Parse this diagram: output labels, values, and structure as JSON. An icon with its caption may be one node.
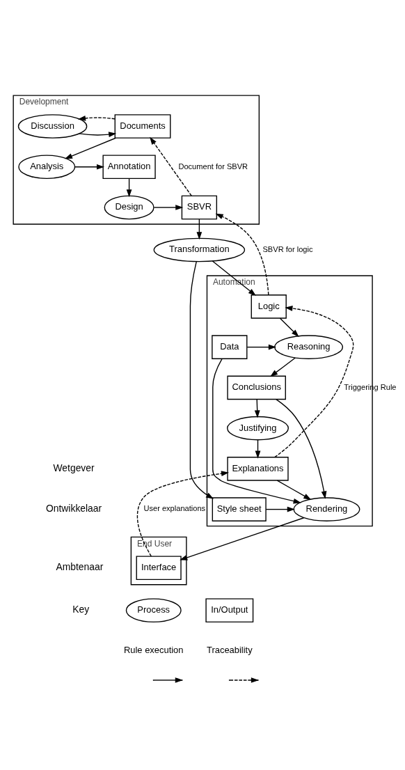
{
  "diagram": {
    "nodes": [
      {
        "text": [
          "Development"
        ]
      },
      {
        "text": [
          "Discussion"
        ],
        "in": 0
      },
      {
        "text": [
          "Documents"
        ],
        "in": 0
      },
      {
        "text": [
          "Analysis"
        ],
        "in": 0
      },
      {
        "text": [
          "Annotation"
        ],
        "in": 0
      },
      {
        "text": [
          "Design"
        ],
        "in": 0
      },
      {
        "text": [
          "SBVR"
        ],
        "in": 0
      },
      {
        "text": [
          "Transformation"
        ]
      },
      {
        "text": [
          "Automation"
        ]
      },
      {
        "text": [
          "Logic"
        ],
        "in": 8
      },
      {
        "text": [
          "Data"
        ],
        "in": 8
      },
      {
        "text": [
          "Reasoning"
        ],
        "in": 8
      },
      {
        "text": [
          "Conclusions"
        ],
        "in": 8
      },
      {
        "text": [
          "Justifying"
        ],
        "in": 8
      },
      {
        "text": [
          "Explanations"
        ],
        "in": 8
      },
      {
        "text": [
          "Rendering"
        ],
        "in": 8
      },
      {
        "text": [
          "Style sheet"
        ],
        "in": 8
      },
      {
        "text": [
          "End User"
        ]
      },
      {
        "text": [
          "Interface"
        ],
        "in": 17
      },
      {
        "text": [
          "Process"
        ]
      },
      {
        "text": [
          "In/Output"
        ]
      }
    ],
    "edges": [
      {
        "from": 1,
        "to": 2,
        "arrow": "to"
      },
      {
        "from": 2,
        "to": 1,
        "arrow": "to",
        "style": "dashed"
      },
      {
        "from": 2,
        "to": 3,
        "arrow": "to"
      },
      {
        "from": 3,
        "to": 4,
        "arrow": "to"
      },
      {
        "from": 4,
        "to": 5,
        "arrow": "to"
      },
      {
        "from": 5,
        "to": 6,
        "arrow": "to"
      },
      {
        "from": 6,
        "to": 7,
        "arrow": "to"
      },
      {
        "from": 6,
        "to": 2,
        "arrow": "to",
        "style": "dashed",
        "label": "Document for SBVR"
      },
      {
        "from": 9,
        "to": 6,
        "arrow": "to",
        "style": "dashed",
        "label": "SBVR for logic"
      },
      {
        "from": 7,
        "to": 9,
        "arrow": "to"
      },
      {
        "from": 7,
        "to": 16,
        "arrow": "to"
      },
      {
        "from": 9,
        "to": 11,
        "arrow": "to"
      },
      {
        "from": 10,
        "to": 11,
        "arrow": "to"
      },
      {
        "from": 10,
        "to": 15,
        "arrow": "to"
      },
      {
        "from": 11,
        "to": 12,
        "arrow": "to"
      },
      {
        "from": 12,
        "to": 13,
        "arrow": "to"
      },
      {
        "from": 12,
        "to": 15,
        "arrow": "to"
      },
      {
        "from": 13,
        "to": 14,
        "arrow": "to"
      },
      {
        "from": 14,
        "to": 15,
        "arrow": "to"
      },
      {
        "from": 14,
        "to": 9,
        "arrow": "to",
        "style": "dashed",
        "label": "Triggering Rule"
      },
      {
        "from": 16,
        "to": 15,
        "arrow": "to"
      },
      {
        "from": 15,
        "to": 18,
        "arrow": "to"
      },
      {
        "from": 18,
        "to": 14,
        "arrow": "to",
        "style": "dashed",
        "label": "User explanations"
      }
    ],
    "labels": [
      "Wetgever",
      "Ontwikkelaar",
      "Ambtenaar",
      "Key"
    ],
    "legend": [
      {
        "text": "Rule execution"
      },
      {
        "text": "Traceability"
      }
    ]
  }
}
